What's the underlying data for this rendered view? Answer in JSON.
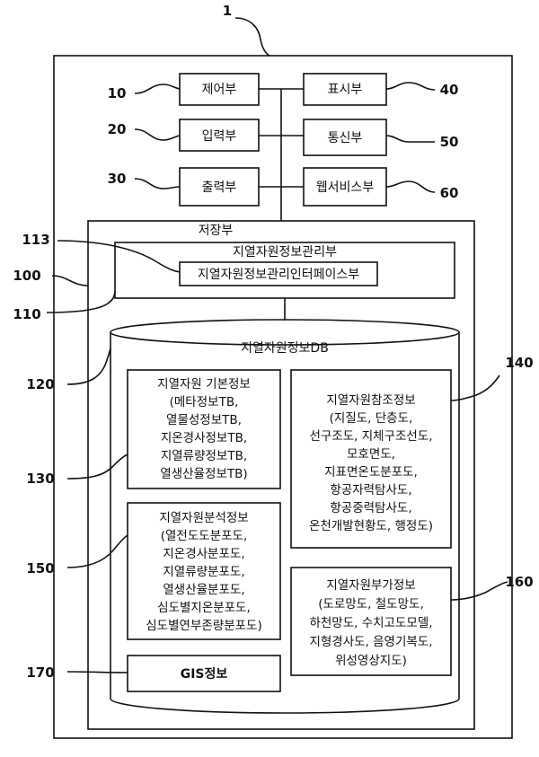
{
  "figure": {
    "number": "1"
  },
  "top_units": [
    {
      "id": "10",
      "label": "제어부"
    },
    {
      "id": "20",
      "label": "입력부"
    },
    {
      "id": "30",
      "label": "출력부"
    },
    {
      "id": "40",
      "label": "표시부"
    },
    {
      "id": "50",
      "label": "통신부"
    },
    {
      "id": "60",
      "label": "웹서비스부"
    }
  ],
  "storage": {
    "ref": "100",
    "label": "저장부"
  },
  "manager": {
    "ref": "110",
    "label": "지열자원정보관리부",
    "interface": {
      "ref": "113",
      "label": "지열자원정보관리인터페이스부"
    }
  },
  "database": {
    "ref": "120",
    "label": "지열자원정보DB"
  },
  "info_boxes": {
    "basic": {
      "ref": "130",
      "lines": [
        "지열자원 기본정보",
        "(메타정보TB,",
        "열물성정보TB,",
        "지온경사정보TB,",
        "지열류량정보TB,",
        "열생산율정보TB)"
      ]
    },
    "reference": {
      "ref": "140",
      "lines": [
        "지열자원참조정보",
        "(지질도, 단층도,",
        "선구조도, 지체구조선도,",
        "모호면도,",
        "지표면온도분포도,",
        "항공자력탐사도,",
        "항공중력탐사도,",
        "온천개발현황도, 행정도)"
      ]
    },
    "analysis": {
      "ref": "150",
      "lines": [
        "지열자원분석정보",
        "(열전도도분포도,",
        "지온경사분포도,",
        "지열류량분포도,",
        "열생산율분포도,",
        "심도별지온분포도,",
        "심도별연부존량분포도)"
      ]
    },
    "additional": {
      "ref": "160",
      "lines": [
        "지열자원부가정보",
        "(도로망도, 철도망도,",
        "하천망도, 수치고도모델,",
        "지형경사도, 음영기복도,",
        "위성영상지도)"
      ]
    },
    "gis": {
      "ref": "170",
      "label": "GIS정보"
    }
  }
}
